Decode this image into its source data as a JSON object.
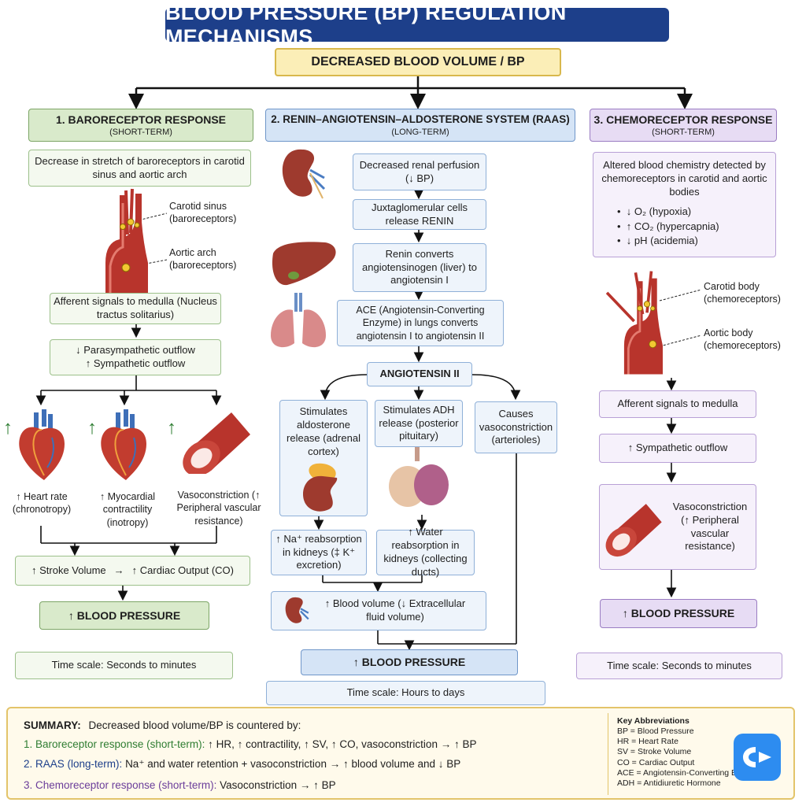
{
  "title": "BLOOD PRESSURE (BP) REGULATION MECHANISMS",
  "trigger": "DECREASED BLOOD VOLUME / BP",
  "baro": {
    "header": "1. BARORECEPTOR RESPONSE",
    "term": "(SHORT-TERM)",
    "step1": "Decrease in stretch of baroreceptors in carotid sinus and aortic arch",
    "label_carotid": "Carotid sinus (baroreceptors)",
    "label_aortic": "Aortic arch (baroreceptors)",
    "step2": "Afferent signals to medulla (Nucleus tractus solitarius)",
    "step3a": "↓ Parasympathetic outflow",
    "step3b": "↑ Sympathetic outflow",
    "effect_hr": "↑ Heart rate (chronotropy)",
    "effect_contract": "↑ Myocardial contractility (inotropy)",
    "effect_vaso": "Vasoconstriction (↑ Peripheral vascular resistance)",
    "output_a": "↑ Stroke Volume",
    "output_arrow": "→",
    "output_b": "↑ Cardiac Output (CO)",
    "bp": "↑ BLOOD PRESSURE",
    "time": "Time scale: Seconds to minutes"
  },
  "raas": {
    "header": "2. RENIN–ANGIOTENSIN–ALDOSTERONE SYSTEM (RAAS)",
    "term": "(LONG-TERM)",
    "step1": "Decreased renal perfusion (↓ BP)",
    "step2": "Juxtaglomerular cells release RENIN",
    "step3": "Renin converts angiotensinogen (liver) to angiotensin I",
    "step4": "ACE (Angiotensin-Converting Enzyme) in lungs converts angiotensin I to angiotensin II",
    "ang2": "ANGIOTENSIN II",
    "branch_aldo": "Stimulates aldosterone release (adrenal cortex)",
    "branch_adh": "Stimulates ADH release (posterior pituitary)",
    "branch_vaso": "Causes vasoconstriction (arterioles)",
    "na": "↑ Na⁺ reabsorption in kidneys (‡ K⁺ excretion)",
    "water": "↑ Water reabsorption in kidneys (collecting ducts)",
    "volume": "↑ Blood volume (↓ Extracellular fluid volume)",
    "bp": "↑ BLOOD PRESSURE",
    "time": "Time scale: Hours to days"
  },
  "chemo": {
    "header": "3. CHEMORECEPTOR RESPONSE",
    "term": "(SHORT-TERM)",
    "step1": "Altered blood chemistry detected by chemoreceptors in carotid and aortic bodies",
    "bullets": [
      "↓ O₂ (hypoxia)",
      "↑ CO₂ (hypercapnia)",
      "↓ pH (acidemia)"
    ],
    "label_carotid": "Carotid body (chemoreceptors)",
    "label_aortic": "Aortic body (chemoreceptors)",
    "step2": "Afferent signals to medulla",
    "step3": "↑ Sympathetic outflow",
    "step4": "Vasoconstriction (↑ Peripheral vascular resistance)",
    "bp": "↑ BLOOD PRESSURE",
    "time": "Time scale: Seconds to minutes"
  },
  "summary": {
    "lead": "SUMMARY:",
    "intro": "Decreased blood volume/BP is countered by:",
    "l1_head": "1.  Baroreceptor response (short-term):",
    "l1_text": "↑ HR, ↑ contractility, ↑ SV, ↑ CO, vasoconstriction → ↑ BP",
    "l2_head": "2.  RAAS (long-term):",
    "l2_text": "Na⁺ and water retention + vasoconstriction → ↑ blood volume and ↓ BP",
    "l3_head": "3.  Chemoreceptor response (short-term):",
    "l3_text": "Vasoconstriction → ↑ BP",
    "abbr_title": "Key Abbreviations",
    "abbr": [
      "BP = Blood Pressure",
      "HR = Heart Rate",
      "SV = Stroke Volume",
      "CO = Cardiac Output",
      "ACE = Angiotensin-Converting Enzyme",
      "ADH = Antidiuretic Hormone"
    ]
  },
  "colors": {
    "title_bg": "#1d3f8a",
    "trigger_bg": "#fbeeb7",
    "green": "#2e7d32",
    "blue": "#1d3f8a",
    "purple": "#6a3d9a",
    "artery": "#b8342c"
  },
  "icons": {
    "badge": "app-badge-icon"
  }
}
